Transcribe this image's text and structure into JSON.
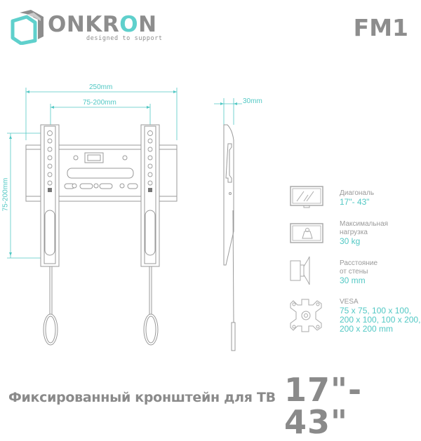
{
  "brand": {
    "name_part1": "ONKR",
    "name_o": "O",
    "name_part2": "N",
    "tagline": "designed to support",
    "accent_color": "#5fd0cc",
    "text_color": "#8d8d8d"
  },
  "model": "FM1",
  "drawing": {
    "dimension_width_total": "250mm",
    "dimension_width_vesa": "75-200mm",
    "dimension_height_vesa": "75-200mm",
    "dimension_depth": "30mm"
  },
  "specs": [
    {
      "icon": "tv-screen-icon",
      "label_lines": [
        "Диагональ"
      ],
      "value_lines": [
        "17\"- 43\""
      ]
    },
    {
      "icon": "weight-icon",
      "label_lines": [
        "Максимальная",
        "нагрузка"
      ],
      "value_lines": [
        "30 kg"
      ]
    },
    {
      "icon": "wall-distance-icon",
      "label_lines": [
        "Расстояние",
        "от стены"
      ],
      "value_lines": [
        "30 mm"
      ]
    },
    {
      "icon": "vesa-plate-icon",
      "label_lines": [
        "VESA"
      ],
      "value_lines": [
        "75 x 75, 100 x 100,",
        "200 x 100, 100 x 200,",
        "200 x 200 mm"
      ]
    }
  ],
  "footer": {
    "description": "Фиксированный кронштейн для ТВ",
    "size_range": "17\"- 43\""
  }
}
